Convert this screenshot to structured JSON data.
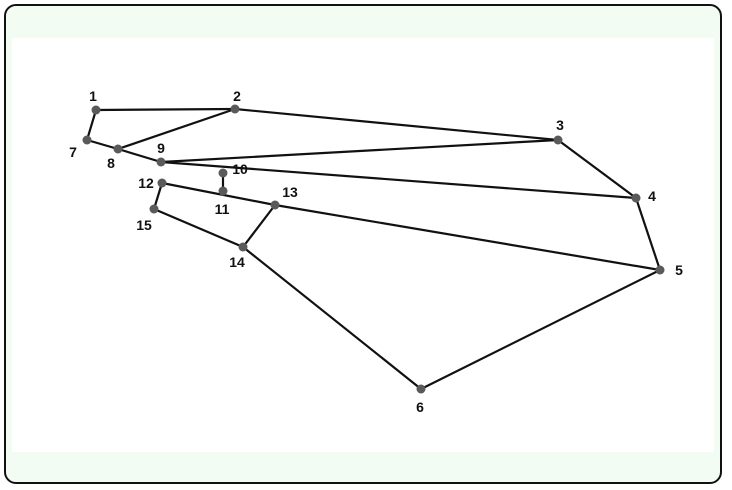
{
  "diagram": {
    "background_color": "#f2fcf2",
    "panel_color": "#ffffff",
    "edge_color": "#111111",
    "node_color": "#5a5a5a",
    "nodes": [
      {
        "id": "1",
        "label": "1"
      },
      {
        "id": "2",
        "label": "2"
      },
      {
        "id": "3",
        "label": "3"
      },
      {
        "id": "4",
        "label": "4"
      },
      {
        "id": "5",
        "label": "5"
      },
      {
        "id": "6",
        "label": "6"
      },
      {
        "id": "7",
        "label": "7"
      },
      {
        "id": "8",
        "label": "8"
      },
      {
        "id": "9",
        "label": "9"
      },
      {
        "id": "10",
        "label": "10"
      },
      {
        "id": "11",
        "label": "11"
      },
      {
        "id": "12",
        "label": "12"
      },
      {
        "id": "13",
        "label": "13"
      },
      {
        "id": "14",
        "label": "14"
      },
      {
        "id": "15",
        "label": "15"
      }
    ],
    "edges": [
      [
        "1",
        "2"
      ],
      [
        "1",
        "7"
      ],
      [
        "7",
        "8"
      ],
      [
        "8",
        "2"
      ],
      [
        "2",
        "3"
      ],
      [
        "8",
        "9"
      ],
      [
        "9",
        "3"
      ],
      [
        "3",
        "4"
      ],
      [
        "9",
        "4"
      ],
      [
        "10",
        "11"
      ],
      [
        "12",
        "13"
      ],
      [
        "12",
        "15"
      ],
      [
        "15",
        "14"
      ],
      [
        "13",
        "14"
      ],
      [
        "13",
        "5"
      ],
      [
        "4",
        "5"
      ],
      [
        "14",
        "6"
      ],
      [
        "6",
        "5"
      ]
    ]
  }
}
